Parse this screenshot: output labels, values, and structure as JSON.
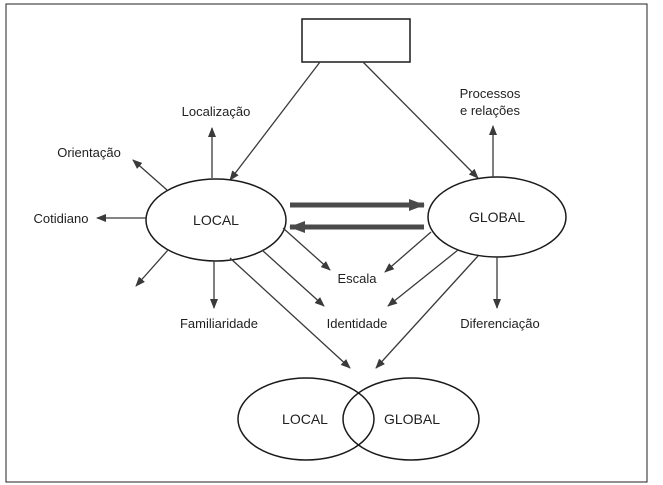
{
  "nodes": {
    "local": "LOCAL",
    "global": "GLOBAL",
    "overlap_local": "LOCAL",
    "overlap_global": "GLOBAL"
  },
  "labels": {
    "localizacao": "Localização",
    "orientacao": "Orientação",
    "cotidiano": "Cotidiano",
    "familiaridade": "Familiaridade",
    "escala": "Escala",
    "identidade": "Identidade",
    "diferenciacao": "Diferenciação",
    "processos_line1": "Processos",
    "processos_line2": "e relações"
  },
  "colors": {
    "line": "#3a3a3a",
    "text": "#1f1f1f",
    "background": "#ffffff"
  }
}
